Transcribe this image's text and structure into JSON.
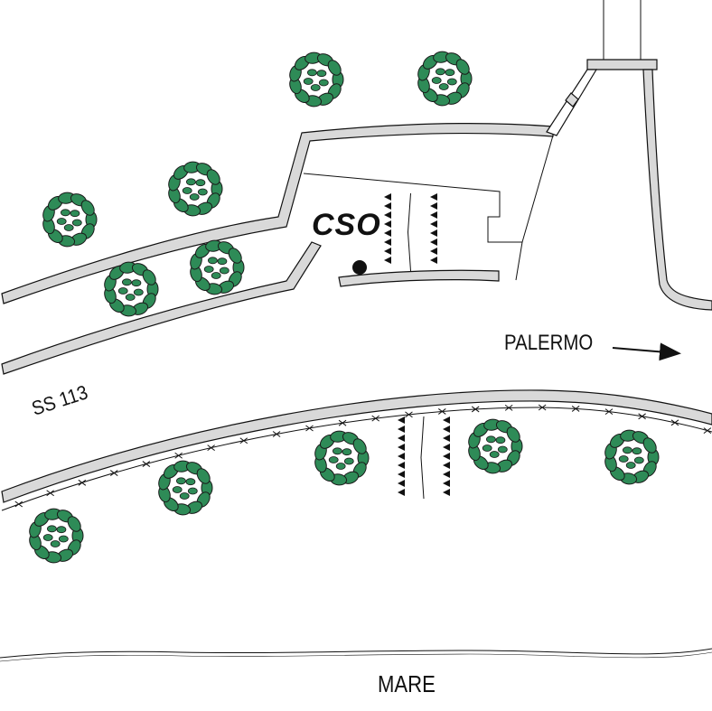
{
  "labels": {
    "station": "CSO",
    "direction": "PALERMO",
    "road": "SS 113",
    "sea": "MARE"
  },
  "colors": {
    "road_fill": "#d9d9d9",
    "line": "#111111",
    "tree_leaf": "#2e8b57",
    "tree_outline": "#1a1a1a"
  },
  "symbols": {
    "tree": "tree-icon",
    "station": "station-marker",
    "arrow": "arrow-right-icon",
    "fence": "fence-line",
    "vineyard": "vineyard-rows"
  }
}
